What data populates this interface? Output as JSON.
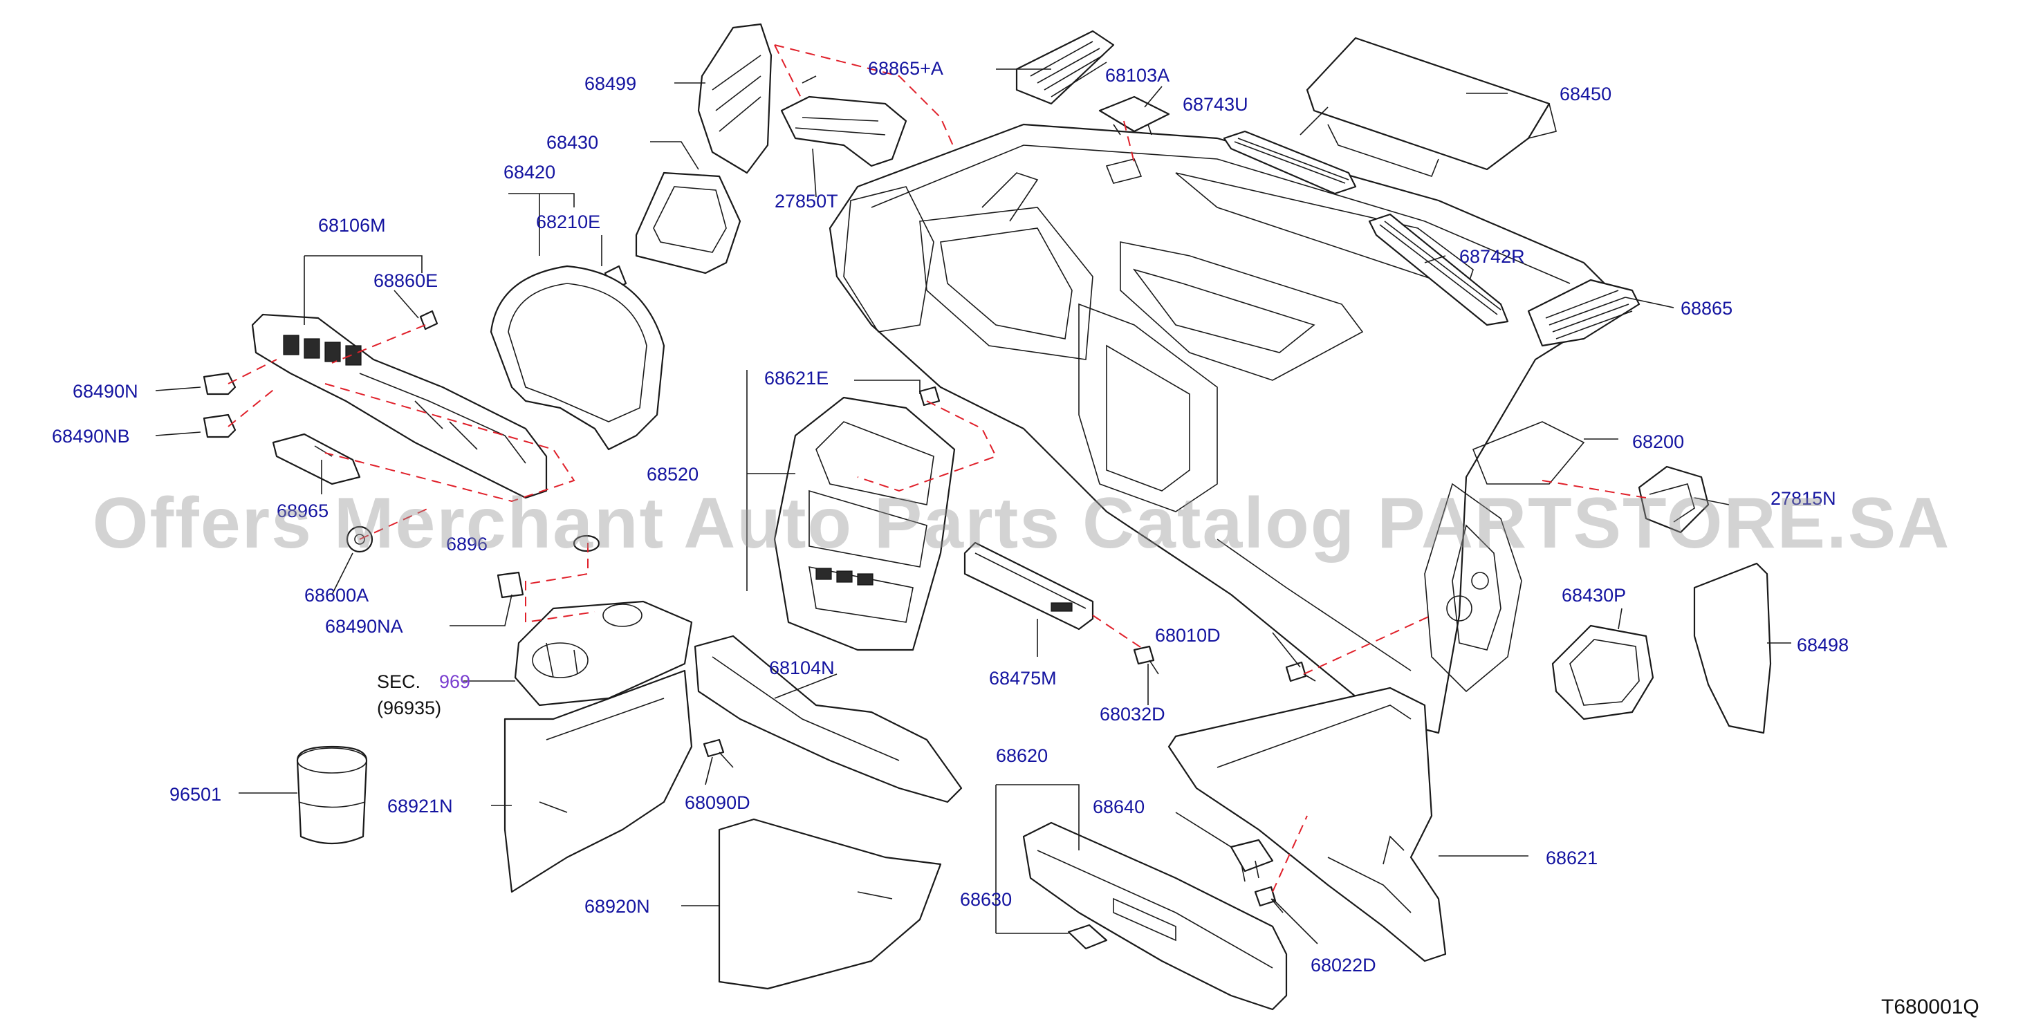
{
  "labels": {
    "p68499": "68499",
    "p68865A": "68865+A",
    "p68103A": "68103A",
    "p68743U": "68743U",
    "p68450": "68450",
    "p68430": "68430",
    "p68420": "68420",
    "p68210E": "68210E",
    "p27850T": "27850T",
    "p68106M": "68106M",
    "p68860E": "68860E",
    "p68742R": "68742R",
    "p68865": "68865",
    "p68490N": "68490N",
    "p68490NB": "68490NB",
    "p68621E": "68621E",
    "p68200": "68200",
    "p68520": "68520",
    "p68965": "68965",
    "p68960": "6896",
    "p27815N": "27815N",
    "p68600A": "68600A",
    "p68490NA": "68490NA",
    "p68430P": "68430P",
    "p68010D": "68010D",
    "p68498": "68498",
    "p68104N": "68104N",
    "p68475M": "68475M",
    "p68032D": "68032D",
    "p96501": "96501",
    "p68921N": "68921N",
    "p68090D": "68090D",
    "p68620": "68620",
    "p68640": "68640",
    "p68621": "68621",
    "p68630": "68630",
    "p68920N": "68920N",
    "p68022D": "68022D"
  },
  "sec_ref": {
    "prefix": "SEC.",
    "number": "969",
    "sub": "(96935)"
  },
  "diagram_code": "T680001Q",
  "watermark": "Offers Merchant Auto Parts Catalog PARTSTORE.SA",
  "colors": {
    "label": "#1414a0",
    "leader_dashed": "#e0202a",
    "section_ref": "#7a3fd0",
    "watermark": "#969696"
  }
}
